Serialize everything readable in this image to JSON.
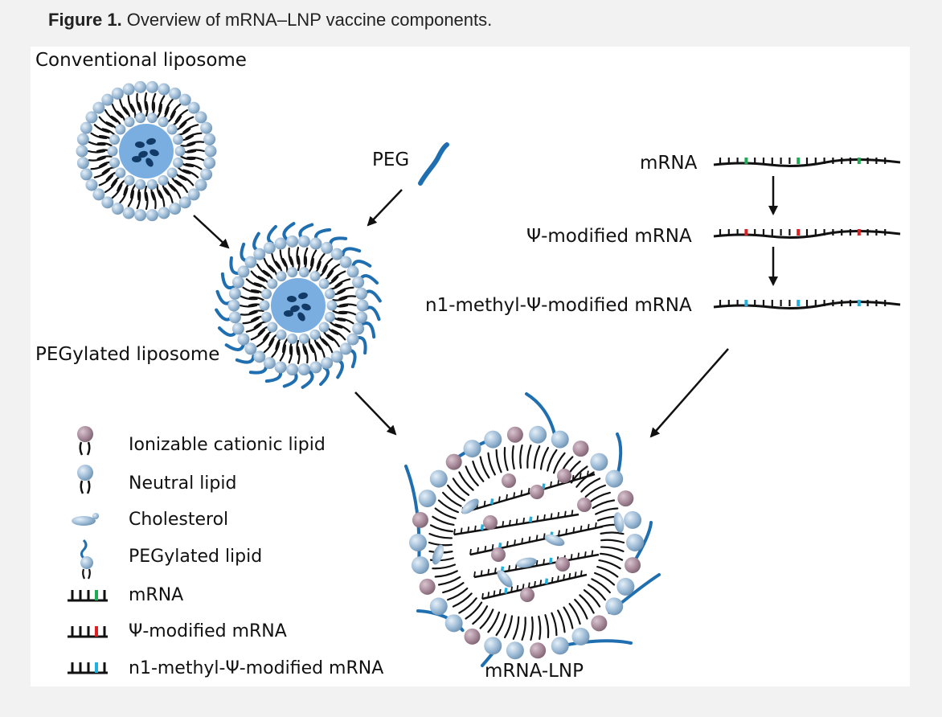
{
  "caption": {
    "bold": "Figure 1.",
    "text": " Overview of mRNA–LNP vaccine components."
  },
  "labels": {
    "conventional": "Conventional liposome",
    "pegylated": "PEGylated liposome",
    "peg": "PEG",
    "mrna": "mRNA",
    "psi_mrna": "Ψ-modified mRNA",
    "n1_mrna": "n1-methyl-Ψ-modified mRNA",
    "lnp": "mRNA-LNP"
  },
  "legend": [
    {
      "id": "ionizable",
      "label": "Ionizable cationic lipid"
    },
    {
      "id": "neutral",
      "label": "Neutral lipid"
    },
    {
      "id": "cholesterol",
      "label": "Cholesterol"
    },
    {
      "id": "pegylated",
      "label": "PEGylated lipid"
    },
    {
      "id": "mrna",
      "label": "mRNA"
    },
    {
      "id": "psi",
      "label": "Ψ-modified mRNA"
    },
    {
      "id": "n1",
      "label": "n1-methyl-Ψ-modified mRNA"
    }
  ],
  "colors": {
    "lipid_head": "#9dbbd6",
    "ionizable_head": "#a88a9a",
    "core": "#7aaee0",
    "peg": "#1f6fb0",
    "base_green": "#1faa55",
    "base_red": "#e02020",
    "base_cyan": "#22b0e0"
  }
}
